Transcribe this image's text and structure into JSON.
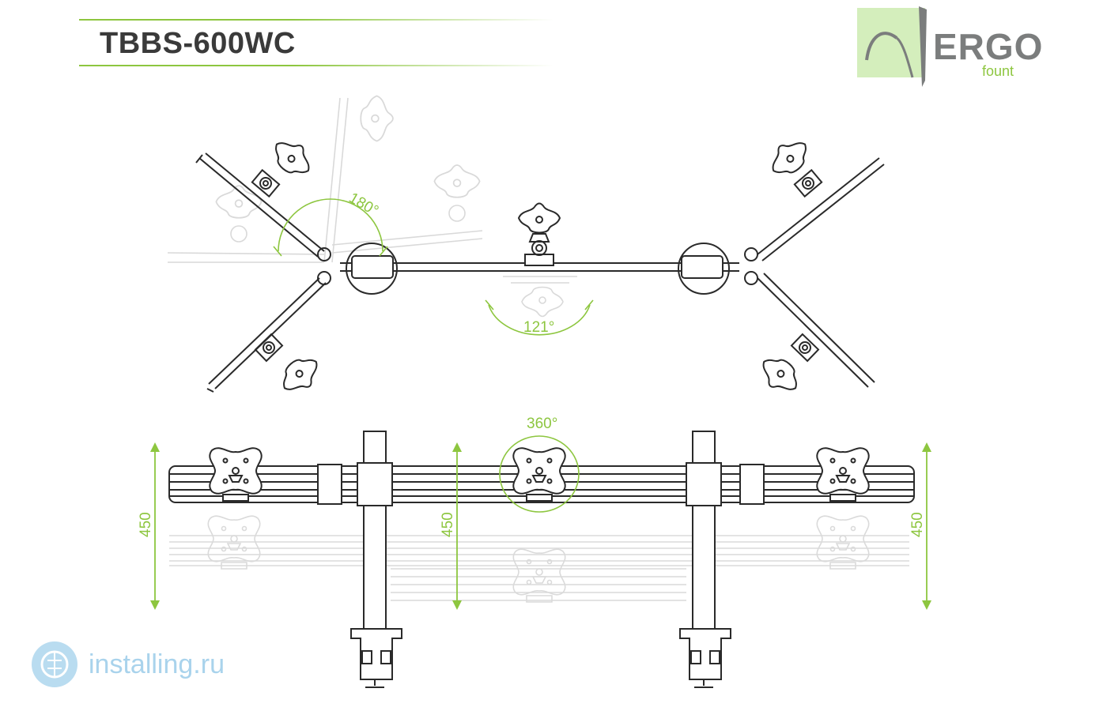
{
  "header": {
    "model": "TBBS-600WC"
  },
  "logo": {
    "word": "ERGO",
    "sub": "fount"
  },
  "top_view": {
    "angle_side": "180°",
    "angle_center": "121°"
  },
  "front_view": {
    "rotation": "360°",
    "height_left": "450",
    "height_center": "450",
    "height_right": "450"
  },
  "watermark": {
    "text": "installing.ru"
  },
  "colors": {
    "accent": "#8dc63f",
    "line": "#2a2a2a",
    "ghost": "#d6d6d6"
  }
}
